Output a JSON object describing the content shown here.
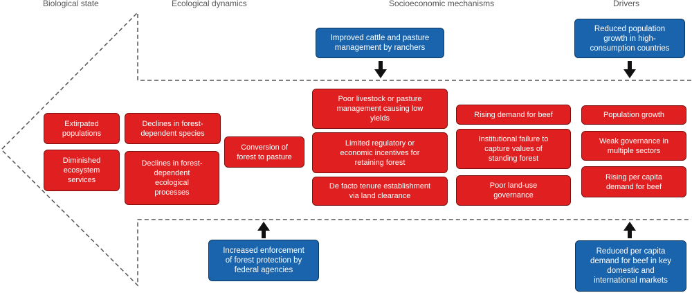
{
  "headers": {
    "biological": "Biological state",
    "ecological": "Ecological  dynamics",
    "socioeconomic": "Socioeconomic mechanisms",
    "drivers": "Drivers"
  },
  "biological": {
    "b1": "Extirpated\npopulations",
    "b2": "Diminished\necosystem\nservices"
  },
  "ecological": {
    "e1": "Declines in forest-\ndependent species",
    "e2": "Declines in forest-\ndependent\necological\nprocesses",
    "e3": "Conversion of\nforest to pasture"
  },
  "socioeconomic": {
    "s1": "Poor livestock or pasture\nmanagement causing low\nyields",
    "s2": "Limited regulatory or\neconomic incentives for\nretaining forest",
    "s3": "De facto tenure establishment\nvia land clearance",
    "s4": "Rising demand for beef",
    "s5": "Institutional failure to\ncapture values of\nstanding forest",
    "s6": "Poor land-use\ngovernance"
  },
  "drivers": {
    "d1": "Population growth",
    "d2": "Weak governance in\nmultiple sectors",
    "d3": "Rising per capita\ndemand for beef"
  },
  "interventions": {
    "top_socio": "Improved cattle and pasture\nmanagement by ranchers",
    "top_drivers": "Reduced population\ngrowth in high-\nconsumption countries",
    "bottom_eco": "Increased enforcement\nof forest protection by\nfederal agencies",
    "bottom_drivers": "Reduced per capita\ndemand for beef in key\ndomestic and\ninternational markets"
  },
  "colors": {
    "red_box": "#e02020",
    "blue_box": "#1a64ad",
    "arrow_outline": "#555555"
  }
}
